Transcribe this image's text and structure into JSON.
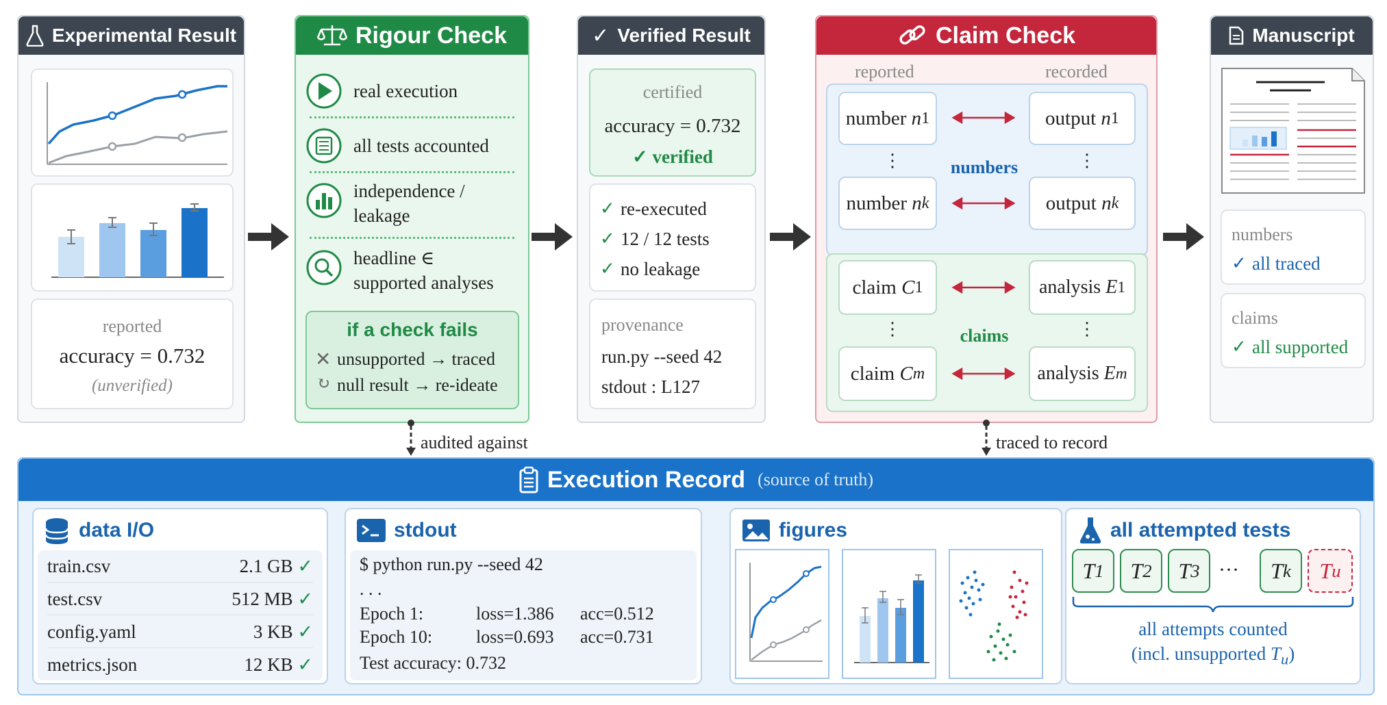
{
  "experimental": {
    "title": "Experimental Result",
    "reported_label": "reported",
    "reported_value": "accuracy = 0.732",
    "unverified": "(unverified)"
  },
  "rigour": {
    "title": "Rigour Check",
    "items": [
      "real execution",
      "all tests accounted",
      "independence /",
      "leakage",
      "headline ∈",
      "supported analyses"
    ],
    "fail_title": "if a check fails",
    "fail_1": "unsupported → traced",
    "fail_2": "null result → re-ideate",
    "audit_label": "audited against"
  },
  "verified": {
    "title": "Verified Result",
    "certified": "certified",
    "value": "accuracy = 0.732",
    "verified": "✓ verified",
    "checks": [
      "re-executed",
      "12 / 12 tests",
      "no leakage"
    ],
    "provenance_label": "provenance",
    "prov_1": "run.py --seed 42",
    "prov_2": "stdout : L127"
  },
  "claim": {
    "title": "Claim Check",
    "reported": "reported",
    "recorded": "recorded",
    "numbers_label": "numbers",
    "claims_label": "claims",
    "number_1": "number",
    "number_k": "number",
    "output_1": "output",
    "output_k": "output",
    "claim_1": "claim",
    "claim_m": "claim",
    "analysis_1": "analysis",
    "analysis_m": "analysis",
    "traced_label": "traced to record"
  },
  "manuscript": {
    "title": "Manuscript",
    "numbers": "numbers",
    "numbers_status": "all traced",
    "claims": "claims",
    "claims_status": "all supported"
  },
  "record": {
    "title": "Execution Record",
    "subtitle": "(source of truth)",
    "data_io_title": "data I/O",
    "files": [
      {
        "name": "train.csv",
        "size": "2.1 GB"
      },
      {
        "name": "test.csv",
        "size": "512 MB"
      },
      {
        "name": "config.yaml",
        "size": "3 KB"
      },
      {
        "name": "metrics.json",
        "size": "12 KB"
      }
    ],
    "stdout_title": "stdout",
    "stdout_cmd": "$ python run.py --seed 42",
    "stdout_dots": ". . .",
    "epoch_1": "Epoch  1:",
    "loss_1": "loss=1.386",
    "acc_1": "acc=0.512",
    "epoch_10": "Epoch 10:",
    "loss_10": "loss=0.693",
    "acc_10": "acc=0.731",
    "test_acc": "Test accuracy: 0.732",
    "figures_title": "figures",
    "tests_title": "all attempted tests",
    "tests_ellipsis": "···",
    "tests_caption_1": "all attempts counted",
    "tests_caption_2": "(incl. unsupported"
  },
  "colors": {
    "dark": "#3d4650",
    "green": "#1f8a45",
    "red": "#c4263c",
    "blue": "#1a73c9"
  }
}
